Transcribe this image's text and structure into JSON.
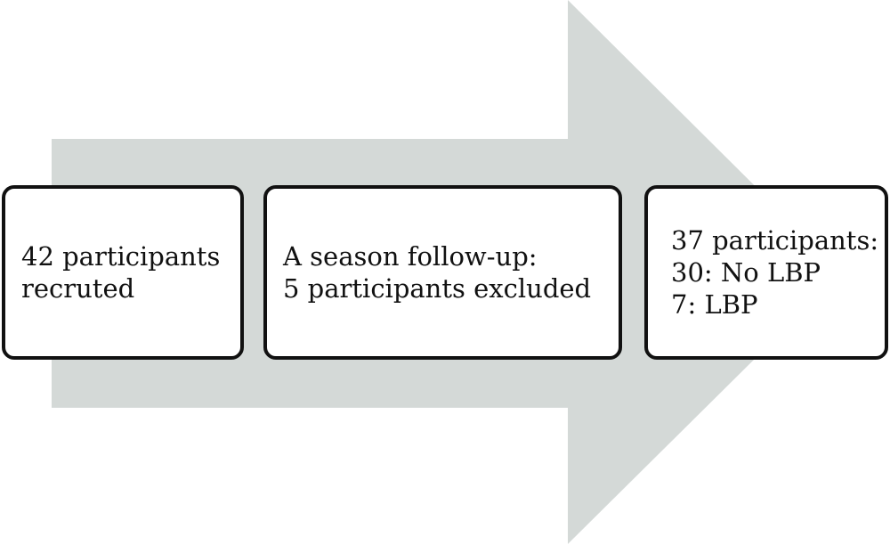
{
  "colors": {
    "arrow_fill": "#d4d9d7",
    "box_border": "#111111",
    "box_fill": "#ffffff",
    "text": "#111111"
  },
  "steps": [
    {
      "lines": [
        "42 participants",
        "recruted"
      ]
    },
    {
      "lines": [
        "A season follow-up:",
        "5 participants excluded"
      ]
    },
    {
      "lines": [
        "37 participants:",
        "30: No LBP",
        "7: LBP"
      ]
    }
  ]
}
